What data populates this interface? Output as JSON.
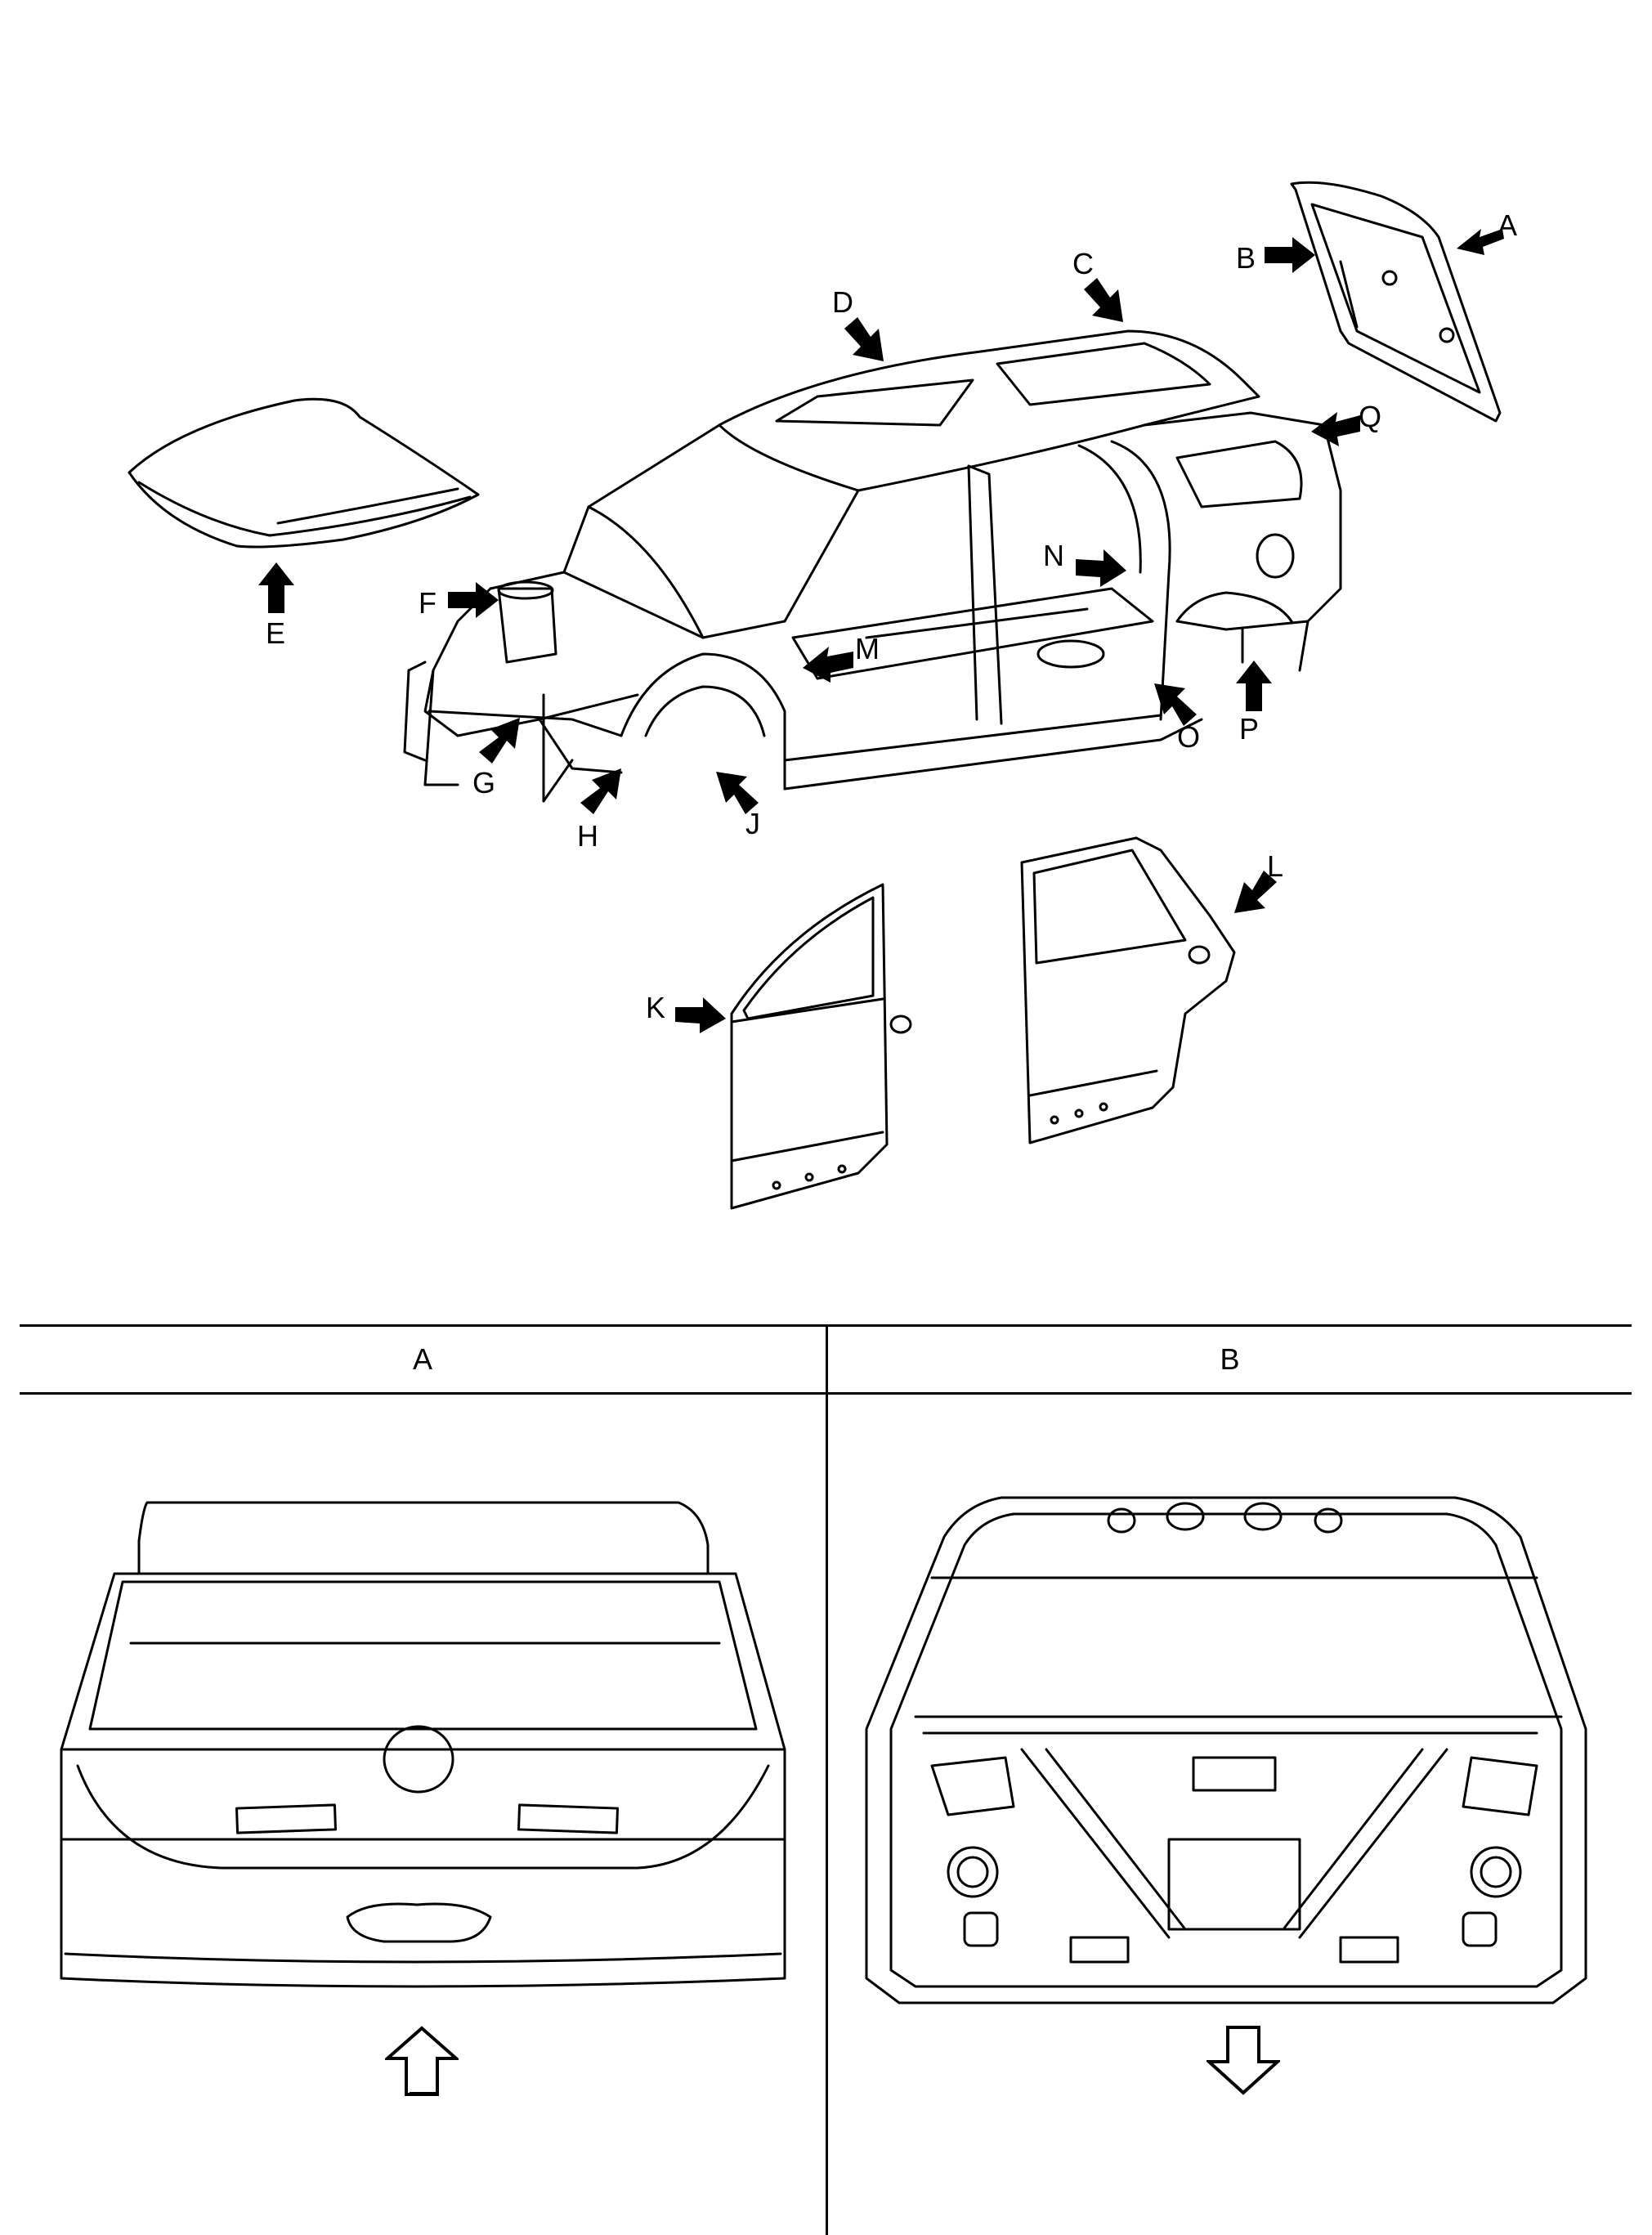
{
  "callouts": {
    "A": "A",
    "B": "B",
    "C": "C",
    "D": "D",
    "E": "E",
    "F": "F",
    "G": "G",
    "H": "H",
    "J": "J",
    "K": "K",
    "L": "L",
    "M": "M",
    "N": "N",
    "O": "O",
    "P": "P",
    "Q": "Q"
  },
  "table": {
    "col_a_header": "A",
    "col_b_header": "B"
  },
  "icons": {
    "view_arrow_up": "hollow-arrow-up-icon",
    "view_arrow_down": "hollow-arrow-down-icon",
    "callout_arrow": "solid-arrow-icon"
  }
}
